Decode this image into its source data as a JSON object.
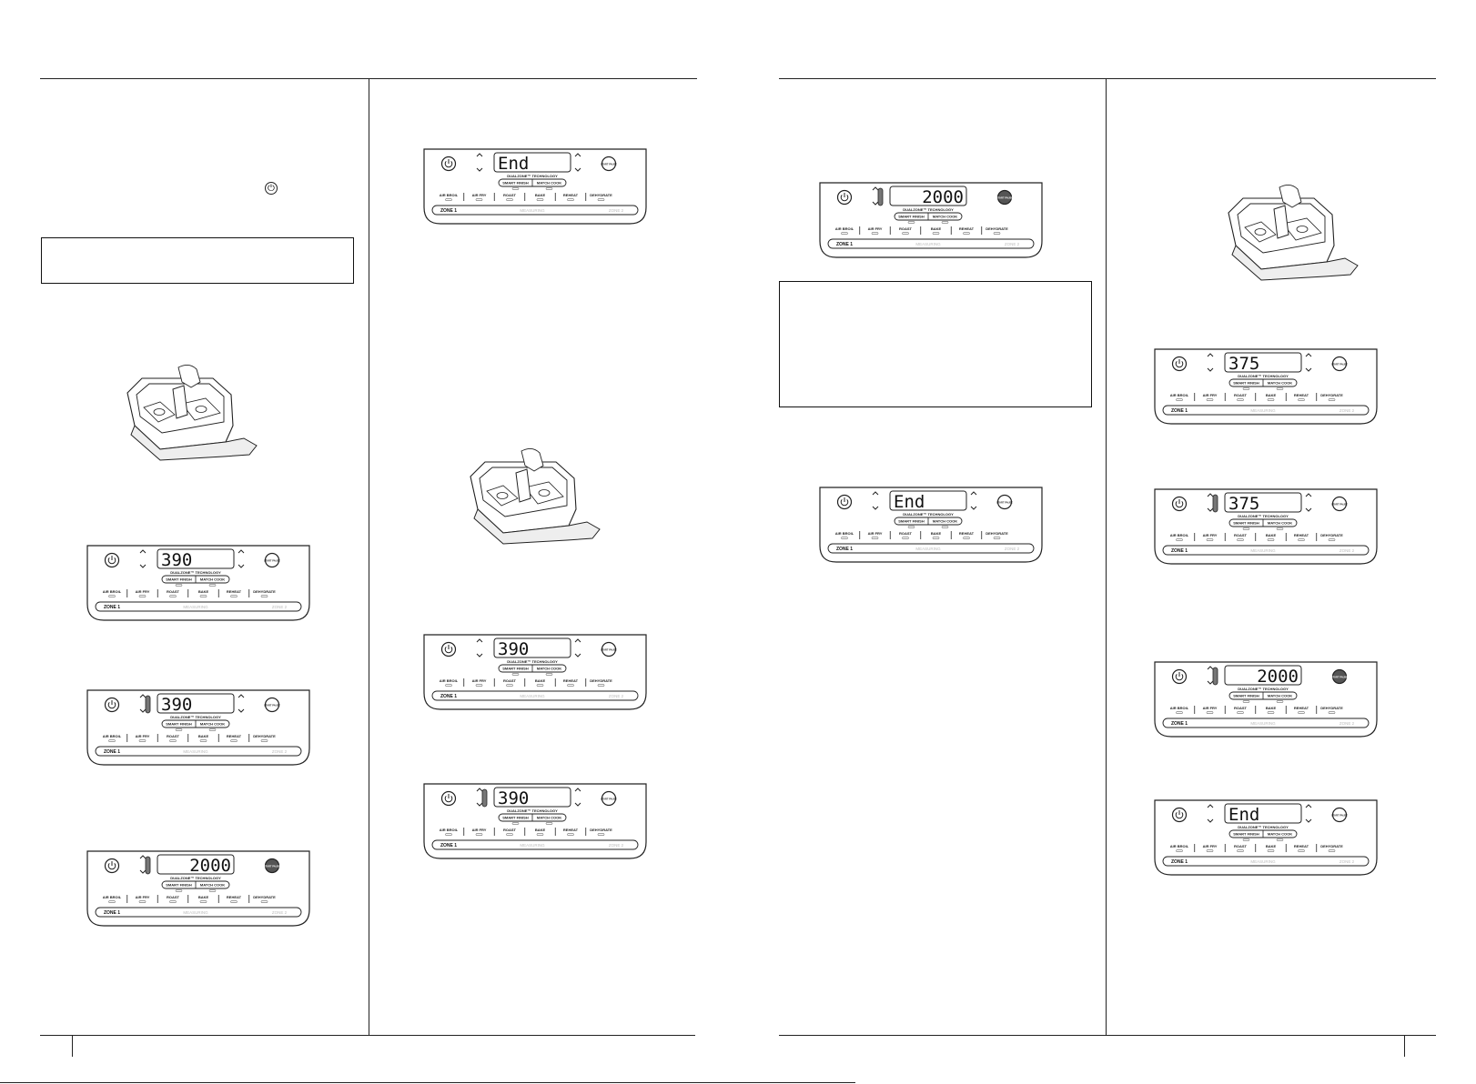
{
  "document": {
    "panels": [
      {
        "id": "p1",
        "display": "390",
        "show_arrows_right": true,
        "show_temp_bar": false,
        "start_filled": false
      },
      {
        "id": "p2",
        "display": "390",
        "show_arrows_right": true,
        "show_temp_bar": true,
        "start_filled": false
      },
      {
        "id": "p3",
        "display": "2000",
        "show_arrows_right": false,
        "show_temp_bar": true,
        "start_filled": true
      },
      {
        "id": "p4",
        "display": "End",
        "show_arrows_right": true,
        "show_temp_bar": false,
        "start_filled": false
      },
      {
        "id": "p5",
        "display": "390",
        "show_arrows_right": true,
        "show_temp_bar": false,
        "start_filled": false
      },
      {
        "id": "p6",
        "display": "390",
        "show_arrows_right": true,
        "show_temp_bar": true,
        "start_filled": false
      },
      {
        "id": "p7",
        "display": "2000",
        "show_arrows_right": false,
        "show_temp_bar": true,
        "start_filled": true
      },
      {
        "id": "p8",
        "display": "End",
        "show_arrows_right": true,
        "show_temp_bar": false,
        "start_filled": false
      },
      {
        "id": "p9",
        "display": "375",
        "show_arrows_right": true,
        "show_temp_bar": false,
        "start_filled": false
      },
      {
        "id": "p10",
        "display": "375",
        "show_arrows_right": true,
        "show_temp_bar": true,
        "start_filled": false
      },
      {
        "id": "p11",
        "display": "2000",
        "show_arrows_right": false,
        "show_temp_bar": true,
        "start_filled": true
      },
      {
        "id": "p12",
        "display": "End",
        "show_arrows_right": true,
        "show_temp_bar": false,
        "start_filled": false
      }
    ],
    "panel_labels": {
      "technology": "DUALZONE™ TECHNOLOGY",
      "smart_finish": "SMART FINISH",
      "match_cook": "MATCH COOK",
      "start": "START PAUSE",
      "functions": [
        "AIR BROIL",
        "AIR FRY",
        "ROAST",
        "BAKE",
        "REHEAT",
        "DEHYDRATE"
      ],
      "zone1": "ZONE 1",
      "zone_mid": "MEASURING",
      "zone2": "ZONE 2"
    }
  }
}
